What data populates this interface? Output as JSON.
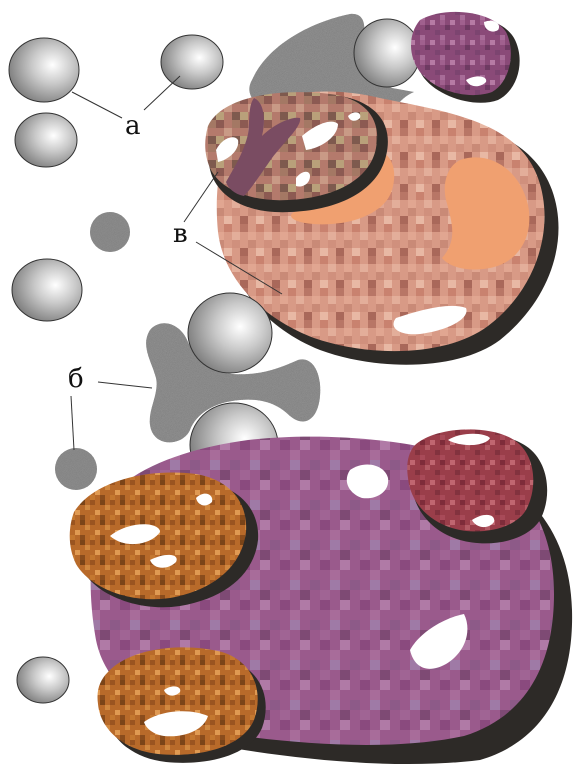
{
  "labels": {
    "a": "а",
    "b": "б",
    "v": "в"
  },
  "colors": {
    "background": "#ffffff",
    "shadow": "#2d2a27",
    "sphere_light": "#ffffff",
    "sphere_dark": "#7d7d7d",
    "granular_dark": "#3a3a3a",
    "granular_light": "#b5b5b5",
    "cell_pink": "#d89a86",
    "cell_pink_dark": "#9a6457",
    "cell_orange_patch": "#f0a070",
    "cell_purple": "#9a5a8c",
    "cell_purple_light": "#b07aa6",
    "cell_maroon": "#9a3e4a",
    "cell_brown": "#b86a2a",
    "cell_brown_dark": "#7a4418",
    "vacuole": "#ffffff",
    "leader_line": "#333333"
  }
}
